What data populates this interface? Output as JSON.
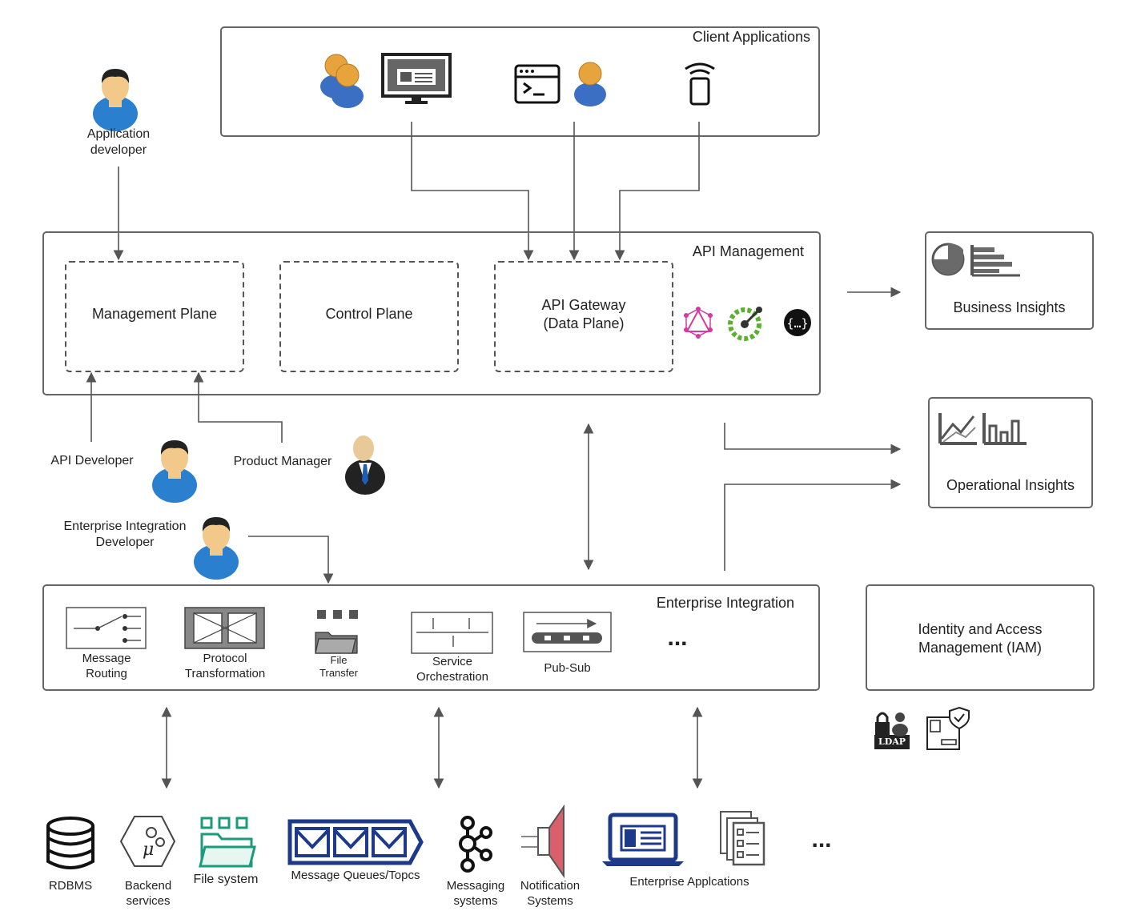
{
  "client_applications": {
    "title": "Client Applications"
  },
  "app_developer": {
    "line1": "Application",
    "line2": "developer"
  },
  "api_management": {
    "title": "API Management",
    "management_plane": "Management Plane",
    "control_plane": "Control Plane",
    "gateway_line1": "API Gateway",
    "gateway_line2": "(Data Plane)"
  },
  "business_insights": {
    "label": "Business Insights"
  },
  "operational_insights": {
    "label": "Operational Insights"
  },
  "api_developer": {
    "label": "API Developer"
  },
  "product_manager": {
    "label": "Product Manager"
  },
  "ei_developer": {
    "line1": "Enterprise Integration",
    "line2": "Developer"
  },
  "enterprise_integration": {
    "title": "Enterprise Integration",
    "message_routing": [
      "Message",
      "Routing"
    ],
    "protocol_transformation": [
      "Protocol",
      "Transformation"
    ],
    "file_transfer": [
      "File",
      "Transfer"
    ],
    "service_orchestration": [
      "Service",
      "Orchestration"
    ],
    "pub_sub": "Pub-Sub",
    "more": "..."
  },
  "iam": {
    "line1": "Identity and Access",
    "line2": "Management (IAM)",
    "ldap": "LDAP"
  },
  "backends": {
    "rdbms": "RDBMS",
    "backend_services": [
      "Backend",
      "services"
    ],
    "file_system": "File system",
    "message_queues": "Message Queues/Topcs",
    "messaging_systems": [
      "Messaging",
      "systems"
    ],
    "notification_systems": [
      "Notification",
      "Systems"
    ],
    "enterprise_applications": "Enterprise Applcations",
    "more": "..."
  },
  "colors": {
    "stroke": "#555555",
    "person_blue": "#2b7fcf",
    "person_skin": "#f2c98a",
    "gold": "#e8a43c",
    "navy": "#1d3a8a",
    "teal": "#1a9b7a",
    "red": "#d9606a",
    "magenta": "#d63aa0",
    "green": "#5bb12f"
  }
}
